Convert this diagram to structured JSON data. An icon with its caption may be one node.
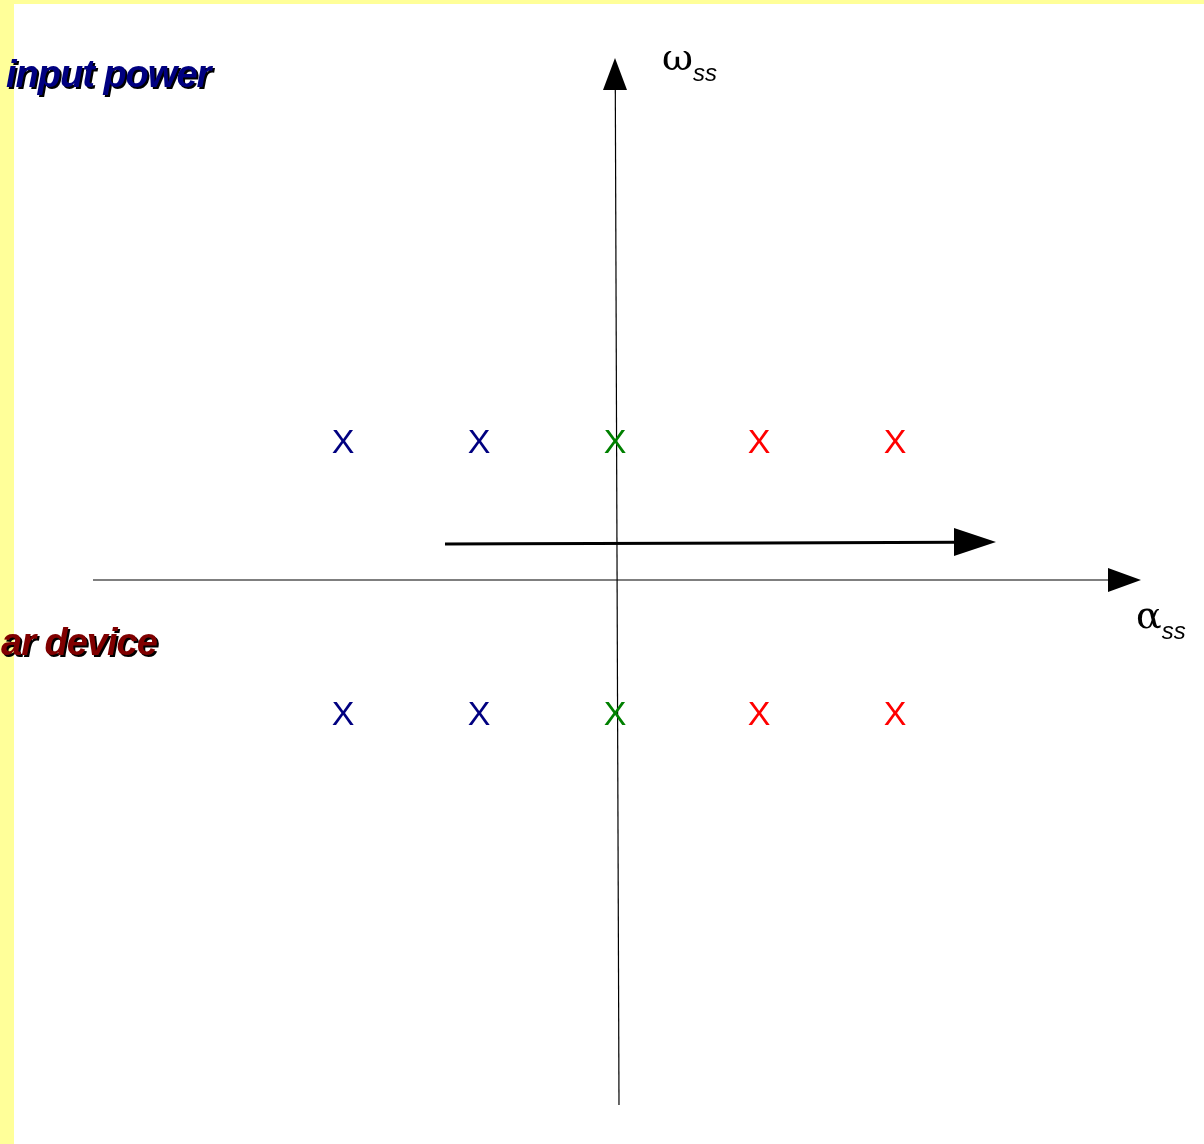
{
  "diagram": {
    "labels": [
      "input power",
      "ω$_{ss}$",
      "X",
      "X",
      "X",
      "X",
      "X",
      "α$_{ss}$",
      "ar device",
      "X",
      "X",
      "X",
      "X",
      "X"
    ]
  }
}
